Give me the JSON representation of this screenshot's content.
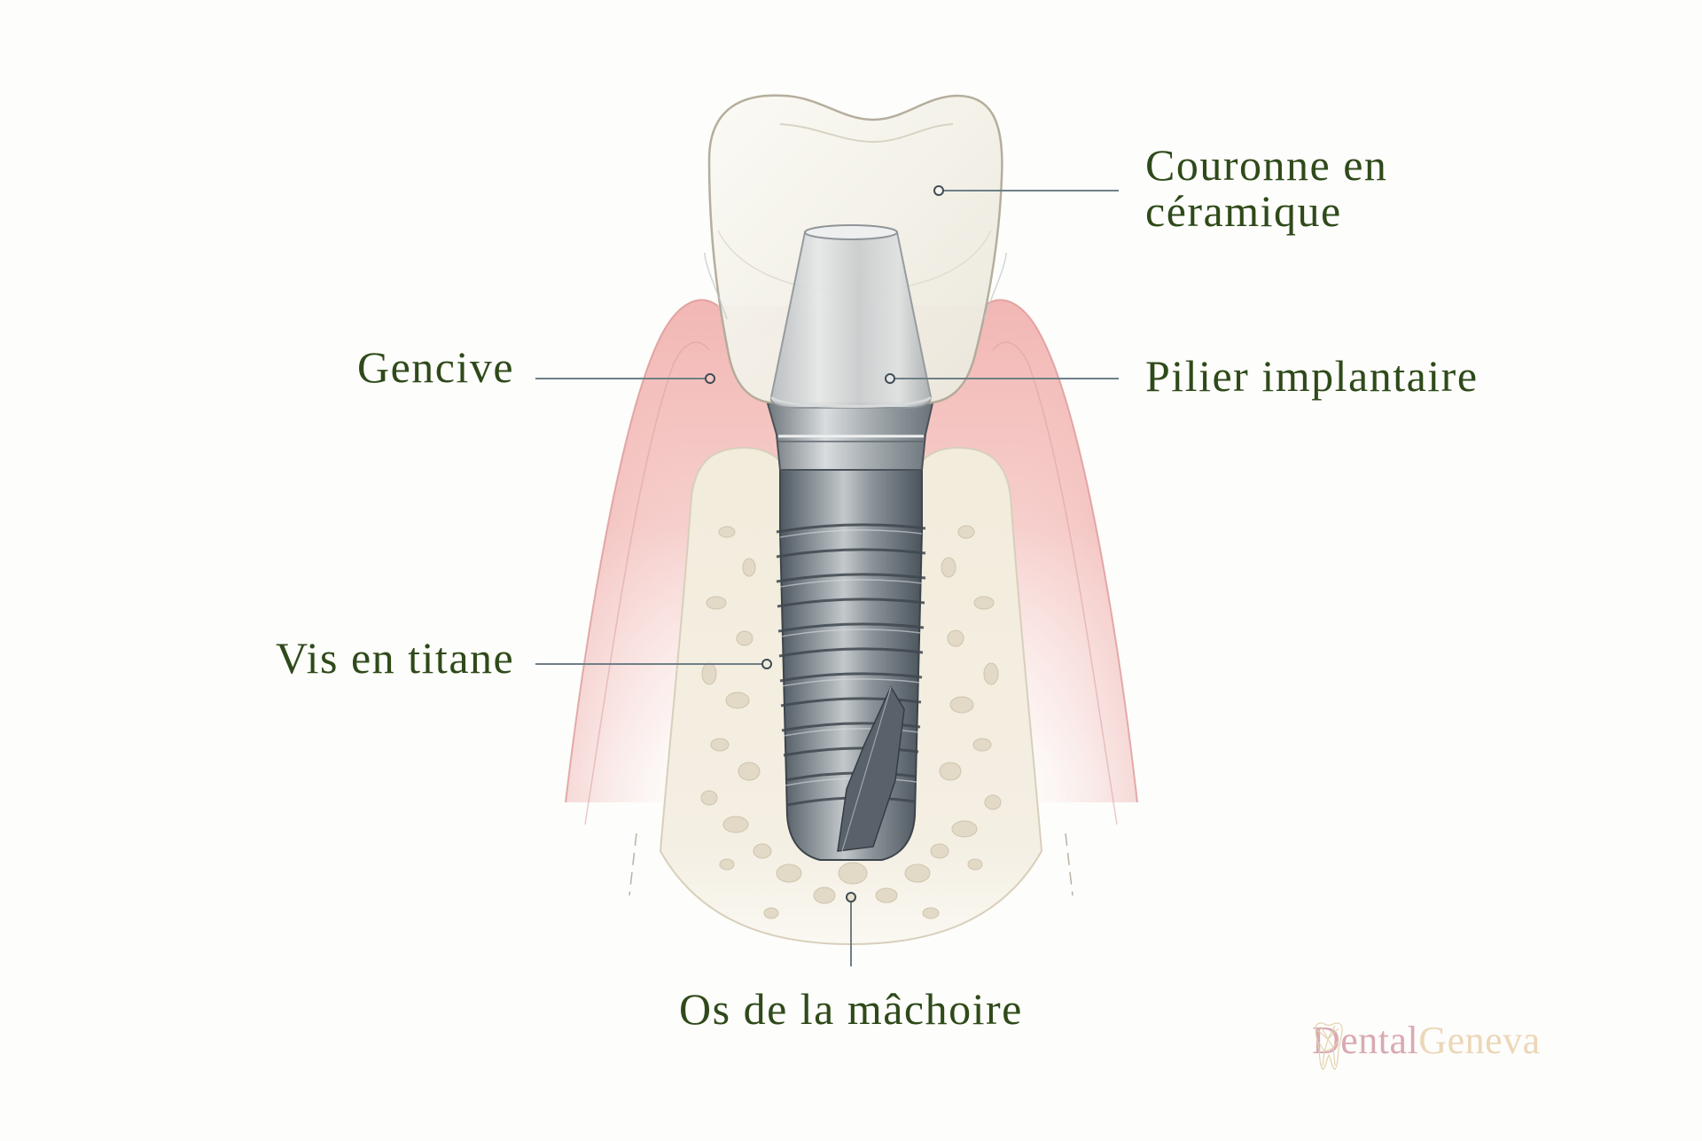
{
  "diagram": {
    "subject": "Dental implant cross-section",
    "labels": {
      "crown": "Couronne en\ncéramique",
      "crown_line1": "Couronne en",
      "crown_line2": "céramique",
      "gum": "Gencive",
      "abutment": "Pilier implantaire",
      "screw": "Vis en titane",
      "jawbone": "Os de la mâchoire"
    },
    "colors": {
      "label_text": "#2f4a1a",
      "leader_line": "#6f7f86",
      "background": "#fdfdfb",
      "gum": "#f0b5b3",
      "bone": "#f3eee2",
      "crown": "#f4f2ea",
      "titanium": "#7d858c"
    }
  },
  "logo": {
    "icon": "tooth-outline-icon",
    "part1": "Dental",
    "part2": "Geneva",
    "color_part1": "#d9aab2",
    "color_part2": "#ecd7b8"
  }
}
